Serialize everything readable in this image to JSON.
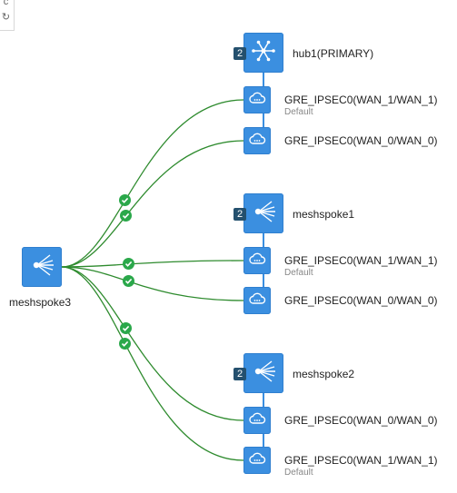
{
  "toolbar": {
    "top_glyph": "c",
    "refresh_glyph": "↻",
    "refresh_icon": "refresh-icon"
  },
  "source": {
    "name": "meshspoke3",
    "icon": "mesh-spoke-icon"
  },
  "groups": [
    {
      "name": "hub1(PRIMARY)",
      "badge": "2",
      "icon": "hub-icon",
      "tunnels": [
        {
          "name": "GRE_IPSEC0(WAN_1/WAN_1)",
          "sub": "Default",
          "icon": "cloud-icon",
          "status": "up"
        },
        {
          "name": "GRE_IPSEC0(WAN_0/WAN_0)",
          "sub": "",
          "icon": "cloud-icon",
          "status": "up"
        }
      ]
    },
    {
      "name": "meshspoke1",
      "badge": "2",
      "icon": "mesh-spoke-icon",
      "tunnels": [
        {
          "name": "GRE_IPSEC0(WAN_1/WAN_1)",
          "sub": "Default",
          "icon": "cloud-icon",
          "status": "up"
        },
        {
          "name": "GRE_IPSEC0(WAN_0/WAN_0)",
          "sub": "",
          "icon": "cloud-icon",
          "status": "up"
        }
      ]
    },
    {
      "name": "meshspoke2",
      "badge": "2",
      "icon": "mesh-spoke-icon",
      "tunnels": [
        {
          "name": "GRE_IPSEC0(WAN_0/WAN_0)",
          "sub": "",
          "icon": "cloud-icon",
          "status": "up"
        },
        {
          "name": "GRE_IPSEC0(WAN_1/WAN_1)",
          "sub": "Default",
          "icon": "cloud-icon",
          "status": "up"
        }
      ]
    }
  ],
  "colors": {
    "node": "#3b8fe0",
    "badge": "#24506e",
    "link": "#2e8b2e",
    "status_ok": "#2aa84a",
    "vertical_link": "#3b8fe0"
  }
}
